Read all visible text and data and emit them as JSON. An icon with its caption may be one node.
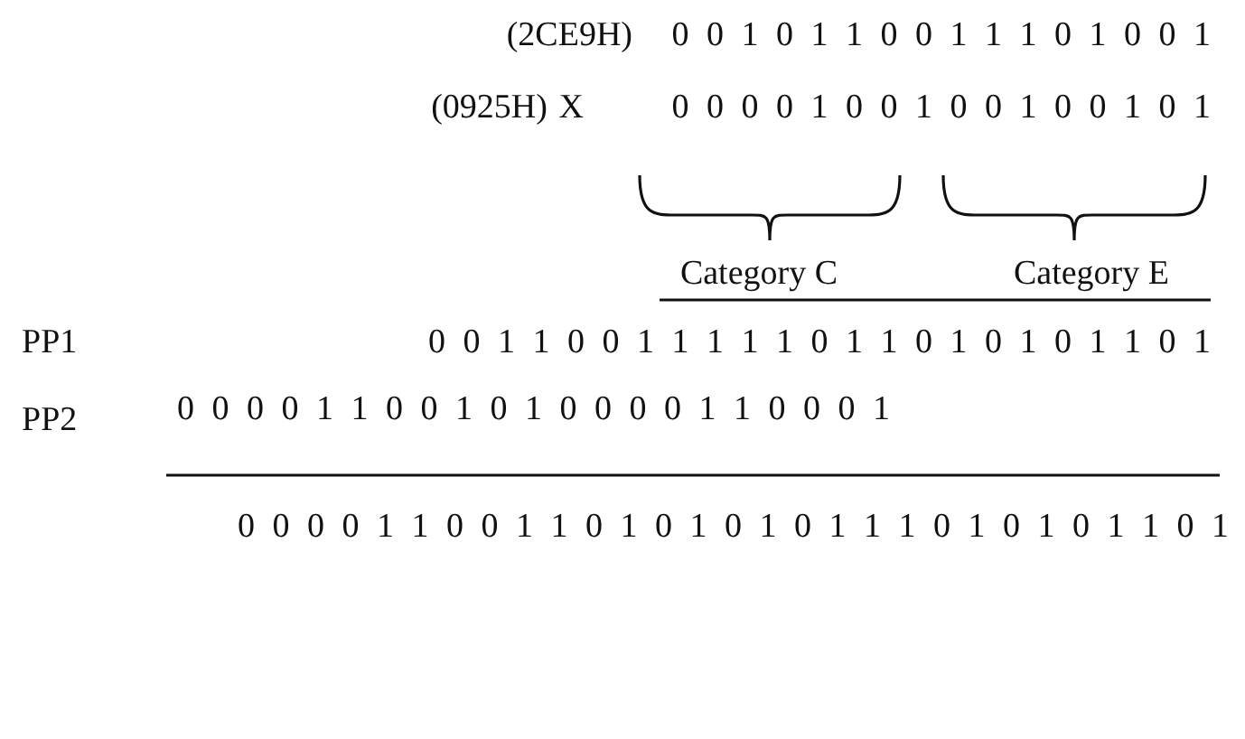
{
  "diagram": {
    "labels": [
      "(2CE9H)",
      "0 0 1 0 1 1 0 0 1 1 1 0 1 0 0 1",
      "(0925H)",
      "X",
      "0 0 0 0 1 0 0 1 0 0 1 0 0 1 0 1",
      "Category C",
      "Category E",
      "PP1",
      "0 0 1 1 0 0 1 1 1 1 1 0 1 1 0 1 0 1 0 1 1 0 1",
      "PP2",
      "0 0 0 0 1 1 0 0 1 0 1 0 0 0 0 1 1 0 0 0 1",
      "0 0 0 0 1 1 0 0 1 1 0 1 0 1 0 1 0 1 1 1 0 1 0 1 0 1 1 0 1"
    ]
  }
}
